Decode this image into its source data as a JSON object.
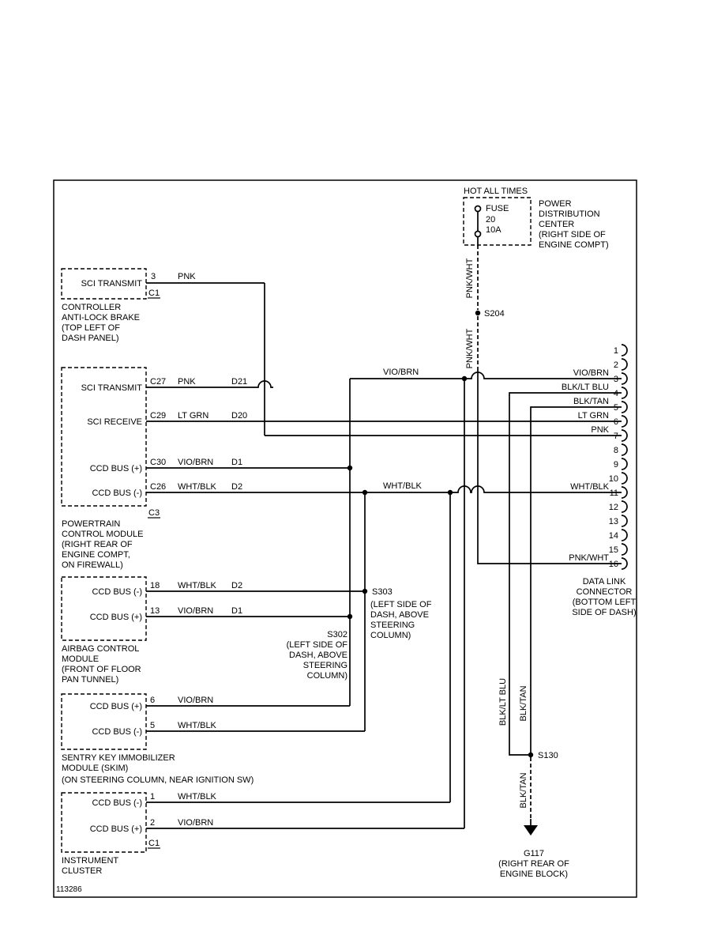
{
  "diagram_number": "113286",
  "colors": {
    "line": "#000000",
    "background": "#ffffff"
  },
  "pdc": {
    "hot_label": "HOT ALL TIMES",
    "fuse_label": "FUSE",
    "fuse_number": "20",
    "fuse_rating": "10A",
    "caption": [
      "POWER",
      "DISTRIBUTION",
      "CENTER",
      "(RIGHT SIDE OF",
      "ENGINE COMPT)"
    ]
  },
  "abs": {
    "pin_label": "SCI TRANSMIT",
    "pin": "3",
    "wire": "PNK",
    "connector": "C1",
    "caption": [
      "CONTROLLER",
      "ANTI-LOCK BRAKE",
      "(TOP LEFT OF",
      "DASH PANEL)"
    ]
  },
  "pcm": {
    "rows": [
      {
        "label": "SCI TRANSMIT",
        "pin": "C27",
        "wire": "PNK",
        "circuit": "D21"
      },
      {
        "label": "SCI RECEIVE",
        "pin": "C29",
        "wire": "LT GRN",
        "circuit": "D20"
      },
      {
        "label": "CCD BUS (+)",
        "pin": "C30",
        "wire": "VIO/BRN",
        "circuit": "D1"
      },
      {
        "label": "CCD BUS (-)",
        "pin": "C26",
        "wire": "WHT/BLK",
        "circuit": "D2"
      }
    ],
    "connector": "C3",
    "caption": [
      "POWERTRAIN",
      "CONTROL MODULE",
      "(RIGHT REAR OF",
      "ENGINE COMPT,",
      "ON FIREWALL)"
    ]
  },
  "airbag": {
    "rows": [
      {
        "label": "CCD BUS (-)",
        "pin": "18",
        "wire": "WHT/BLK",
        "circuit": "D2"
      },
      {
        "label": "CCD BUS (+)",
        "pin": "13",
        "wire": "VIO/BRN",
        "circuit": "D1"
      }
    ],
    "caption": [
      "AIRBAG CONTROL",
      "MODULE",
      "(FRONT OF FLOOR",
      "PAN TUNNEL)"
    ]
  },
  "skim": {
    "rows": [
      {
        "label": "CCD BUS (+)",
        "pin": "6",
        "wire": "VIO/BRN"
      },
      {
        "label": "CCD BUS (-)",
        "pin": "5",
        "wire": "WHT/BLK"
      }
    ],
    "caption": [
      "SENTRY KEY IMMOBILIZER",
      "MODULE (SKIM)",
      "(ON STEERING COLUMN, NEAR IGNITION SW)"
    ]
  },
  "cluster": {
    "rows": [
      {
        "label": "CCD BUS (-)",
        "pin": "1",
        "wire": "WHT/BLK"
      },
      {
        "label": "CCD BUS (+)",
        "pin": "2",
        "wire": "VIO/BRN"
      }
    ],
    "connector": "C1",
    "caption": [
      "INSTRUMENT",
      "CLUSTER"
    ]
  },
  "splices": {
    "s204": "S204",
    "s303": {
      "name": "S303",
      "loc": [
        "(LEFT SIDE OF",
        "DASH, ABOVE",
        "STEERING",
        "COLUMN)"
      ]
    },
    "s302": {
      "name": "S302",
      "loc": [
        "(LEFT SIDE OF",
        "DASH, ABOVE",
        "STEERING",
        "COLUMN)"
      ]
    },
    "s130": "S130"
  },
  "ground": {
    "name": "G117",
    "caption": [
      "(RIGHT REAR OF",
      "ENGINE BLOCK)"
    ]
  },
  "dlc": {
    "caption": [
      "DATA LINK",
      "CONNECTOR",
      "(BOTTOM LEFT",
      "SIDE OF DASH)"
    ],
    "pins": [
      {
        "n": "1",
        "wire": ""
      },
      {
        "n": "2",
        "wire": ""
      },
      {
        "n": "3",
        "wire": "VIO/BRN"
      },
      {
        "n": "4",
        "wire": "BLK/LT BLU"
      },
      {
        "n": "5",
        "wire": "BLK/TAN"
      },
      {
        "n": "6",
        "wire": "LT GRN"
      },
      {
        "n": "7",
        "wire": "PNK"
      },
      {
        "n": "8",
        "wire": ""
      },
      {
        "n": "9",
        "wire": ""
      },
      {
        "n": "10",
        "wire": ""
      },
      {
        "n": "11",
        "wire": "WHT/BLK"
      },
      {
        "n": "12",
        "wire": ""
      },
      {
        "n": "13",
        "wire": ""
      },
      {
        "n": "14",
        "wire": ""
      },
      {
        "n": "15",
        "wire": ""
      },
      {
        "n": "16",
        "wire": "PNK/WHT"
      }
    ]
  },
  "inline_labels": {
    "vio_brn_mid": "VIO/BRN",
    "wht_blk_mid": "WHT/BLK",
    "pnk_wht_upper": "PNK/WHT",
    "pnk_wht_lower": "PNK/WHT",
    "blk_lt_blu": "BLK/LT BLU",
    "blk_tan": "BLK/TAN",
    "blk_tan_lower": "BLK/TAN"
  }
}
